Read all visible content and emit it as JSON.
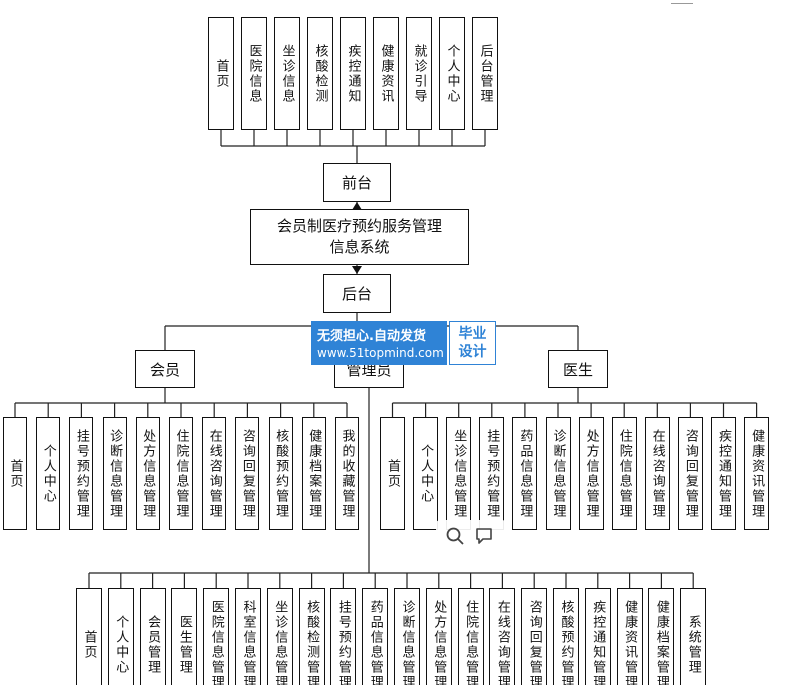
{
  "root": {
    "title": "会员制医疗预约服务管理信息系统",
    "title_lines": [
      "会员制医疗预约服务管理",
      "信息系统"
    ]
  },
  "front": {
    "label": "前台",
    "items": [
      "首页",
      "医院信息",
      "坐诊信息",
      "核酸检测",
      "疾控通知",
      "健康资讯",
      "就诊引导",
      "个人中心",
      "后台管理"
    ]
  },
  "back": {
    "label": "后台"
  },
  "member": {
    "label": "会员",
    "items": [
      "首页",
      "个人中心",
      "挂号预约管理",
      "诊断信息管理",
      "处方信息管理",
      "住院信息管理",
      "在线咨询管理",
      "咨询回复管理",
      "核酸预约管理",
      "健康档案管理",
      "我的收藏管理"
    ]
  },
  "admin": {
    "label": "管理员",
    "items": [
      "首页",
      "个人中心",
      "会员管理",
      "医生管理",
      "医院信息管理",
      "科室信息管理",
      "坐诊信息管理",
      "核酸检测管理",
      "挂号预约管理",
      "药品信息管理",
      "诊断信息管理",
      "处方信息管理",
      "住院信息管理",
      "在线咨询管理",
      "咨询回复管理",
      "核酸预约管理",
      "疾控通知管理",
      "健康资讯管理",
      "健康档案管理",
      "系统管理"
    ]
  },
  "doctor": {
    "label": "医生",
    "items": [
      "首页",
      "个人中心",
      "坐诊信息管理",
      "挂号预约管理",
      "药品信息管理",
      "诊断信息管理",
      "处方信息管理",
      "住院信息管理",
      "在线咨询管理",
      "咨询回复管理",
      "疾控通知管理",
      "健康资讯管理"
    ]
  },
  "watermark": {
    "line1": "无须担心.自动发货",
    "line2": "www.51topmind.com",
    "badge_lines": [
      "毕业",
      "设计"
    ]
  },
  "toolbar": {
    "icons": [
      "search-icon",
      "comment-icon"
    ]
  }
}
